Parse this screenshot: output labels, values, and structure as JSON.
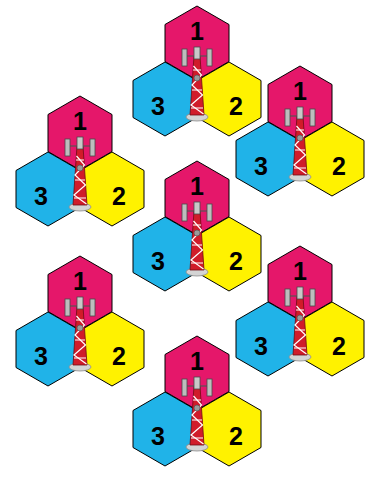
{
  "diagram": {
    "nodes": [
      {
        "text": [
          "1"
        ]
      },
      {
        "text": [
          "3"
        ]
      },
      {
        "text": [
          "2"
        ]
      },
      {
        "text": [
          "1"
        ]
      },
      {
        "text": [
          "3"
        ]
      },
      {
        "text": [
          "2"
        ]
      },
      {
        "text": [
          "1"
        ]
      },
      {
        "text": [
          "3"
        ]
      },
      {
        "text": [
          "2"
        ]
      },
      {
        "text": [
          "1"
        ]
      },
      {
        "text": [
          "3"
        ]
      },
      {
        "text": [
          "2"
        ]
      },
      {
        "text": [
          "1"
        ]
      },
      {
        "text": [
          "3"
        ]
      },
      {
        "text": [
          "2"
        ]
      },
      {
        "text": [
          "1"
        ]
      },
      {
        "text": [
          "3"
        ]
      },
      {
        "text": [
          "2"
        ]
      },
      {
        "text": [
          "1"
        ]
      },
      {
        "text": [
          "3"
        ]
      },
      {
        "text": [
          "2"
        ]
      }
    ]
  }
}
